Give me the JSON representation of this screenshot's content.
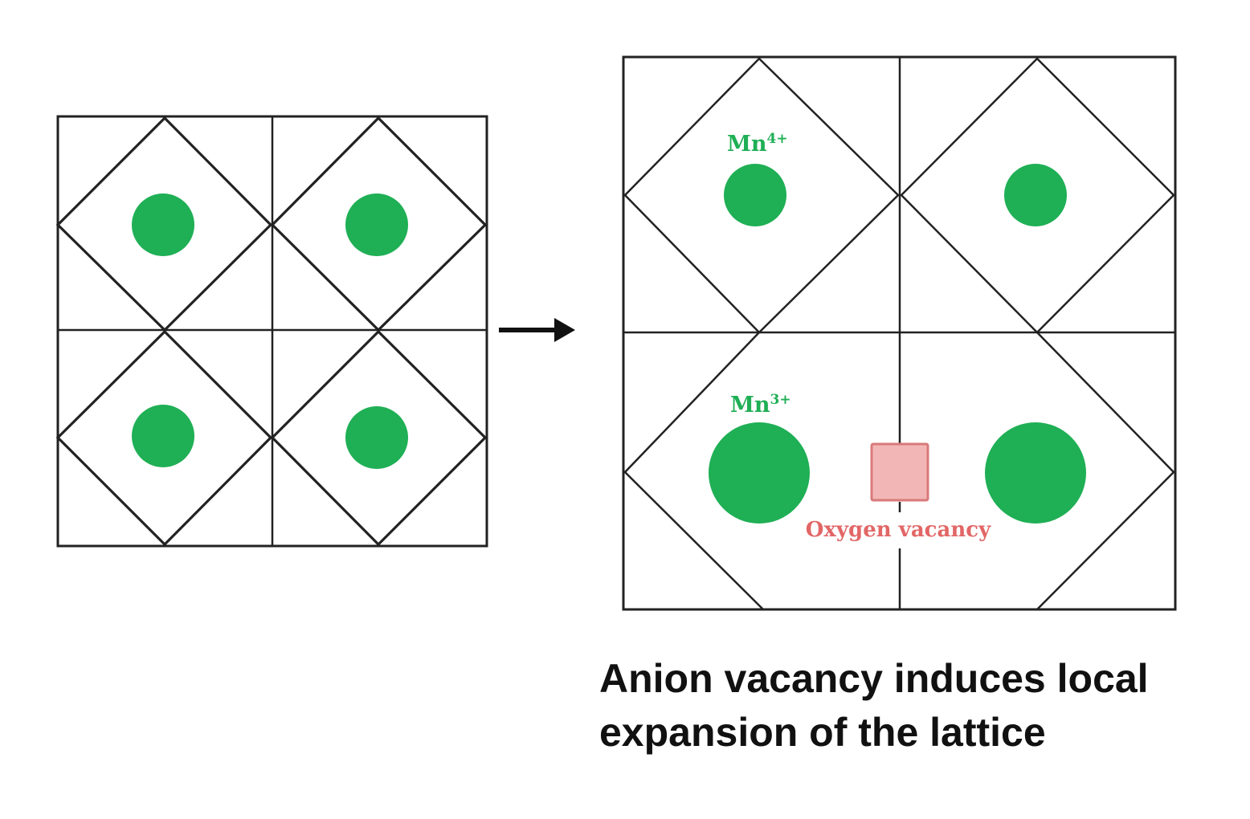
{
  "colors": {
    "ion": "#1faf55",
    "line": "#222222",
    "vacancy_fill": "#f2b6b6",
    "vacancy_stroke": "#d9797a",
    "vacancy_label": "#e26666",
    "mn_label": "#1faf55"
  },
  "icons": {
    "arrow": "right-arrow-icon"
  },
  "labels": {
    "mn4_base": "Mn",
    "mn4_charge": "4+",
    "mn3_base": "Mn",
    "mn3_charge": "3+",
    "vacancy": "Oxygen vacancy"
  },
  "caption": {
    "line1": "Anion vacancy induces local",
    "line2": "expansion of the lattice"
  }
}
